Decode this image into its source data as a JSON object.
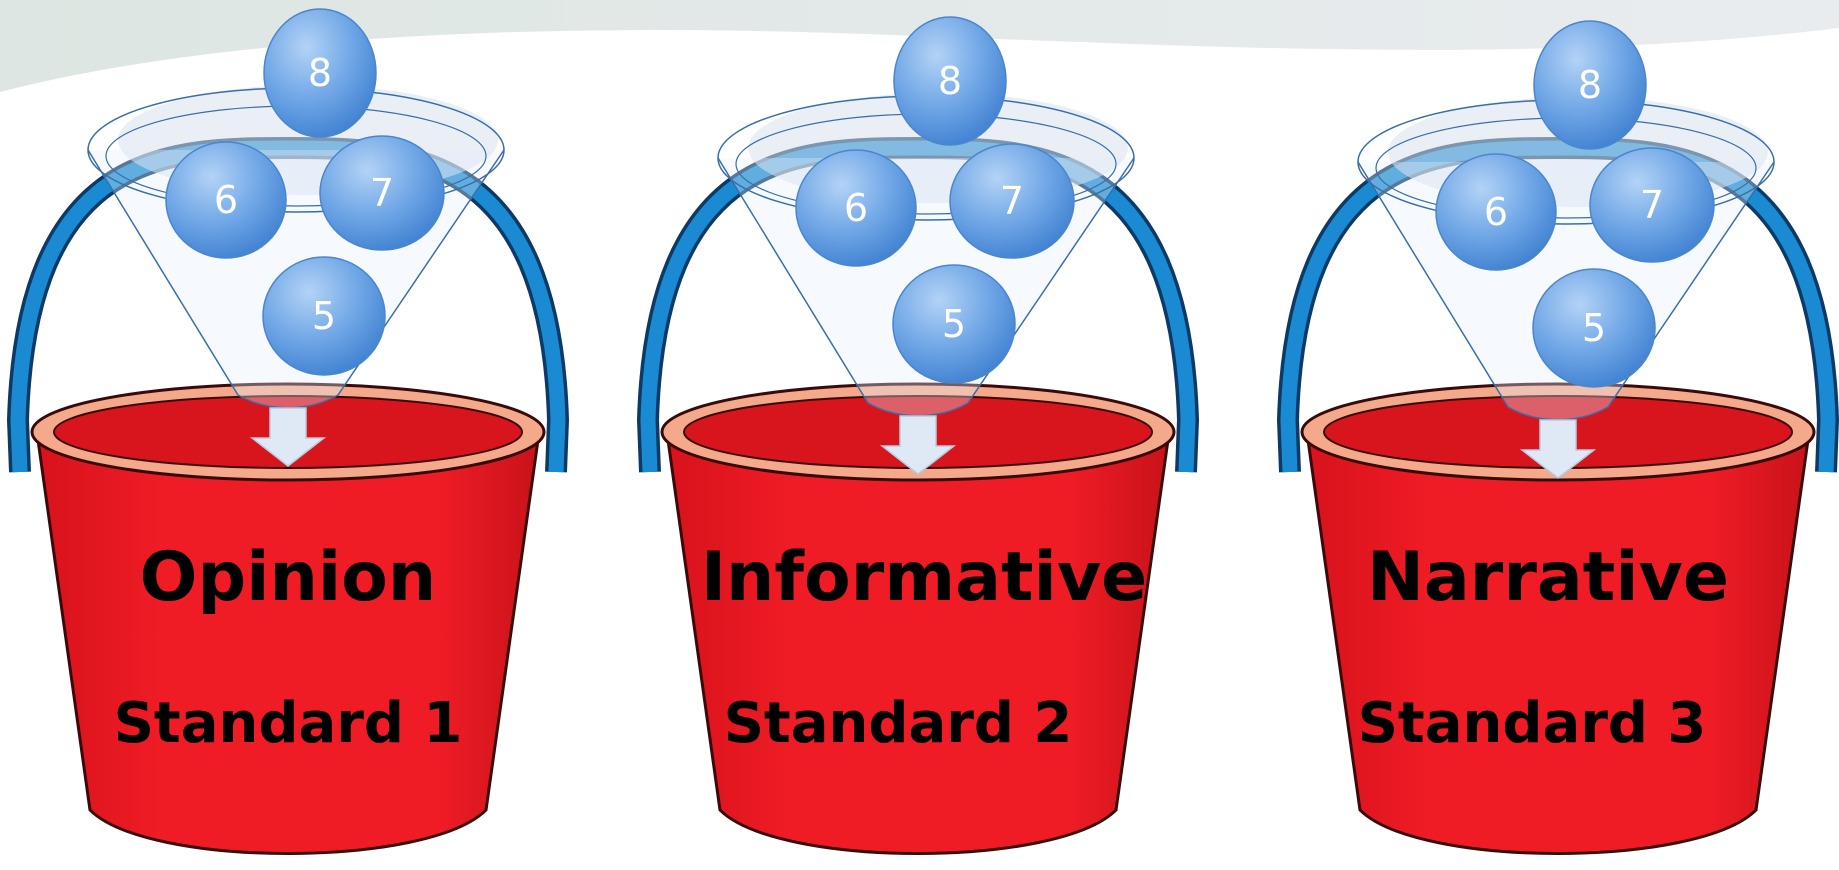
{
  "colors": {
    "bucket_fill": "#ee1c25",
    "bucket_rim": "#f4a98b",
    "bucket_inner": "#d8141c",
    "handle": "#1a8ad2",
    "funnel_stroke": "#3a6ea8",
    "ball_fill": "#5f9be0",
    "arrow": "#dfe9f6",
    "backdrop": "#e7ebec",
    "text": "#000000"
  },
  "buckets": [
    {
      "title": "Opinion",
      "standard": "Standard 1",
      "balls": [
        "8",
        "6",
        "7",
        "5"
      ]
    },
    {
      "title": "Informative",
      "standard": "Standard 2",
      "balls": [
        "8",
        "6",
        "7",
        "5"
      ]
    },
    {
      "title": "Narrative",
      "standard": "Standard 3",
      "balls": [
        "8",
        "6",
        "7",
        "5"
      ]
    }
  ]
}
